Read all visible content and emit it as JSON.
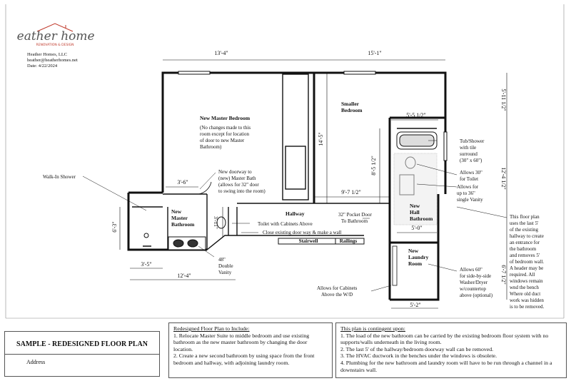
{
  "brand": {
    "logo_text": "heather homes",
    "logo_tagline": "RENOVATION & DESIGN"
  },
  "header": {
    "company": "Heather Homes, LLC",
    "email": "heather@heatherhomes.net",
    "date": "Date: 4/22/2024"
  },
  "dimensions": {
    "top_left": "13'-4\"",
    "top_right": "15'-1\"",
    "right_top": "5'-11 1/2\"",
    "right_mid": "12'-4 1/2\"",
    "right_bottom": "6'-7 1/2\"",
    "master_height": "14'-5\"",
    "bath_inner_width": "5'-5 1/2\"",
    "hall_bath_height": "8'-5 1/2\"",
    "hall_length": "9'-7 1/2\"",
    "hall_bath_width": "5'-0\"",
    "laundry_width": "5'-2\"",
    "shower_width": "3'-6\"",
    "left_height": "6'-3\"",
    "closet_width": "3'-5\"",
    "bath_width": "12'-4\"",
    "toilet_depth": "3'-11\""
  },
  "rooms": {
    "master_title": "New Master Bedroom",
    "master_note": [
      "(No changes made to this",
      "room except for location",
      "of door to new Master",
      "Bathroom)"
    ],
    "smaller_bedroom": [
      "Smaller",
      "Bedroom"
    ],
    "master_bath": [
      "New",
      "Master",
      "Bathroom"
    ],
    "hallway": "Hallway",
    "hall_bath": [
      "New",
      "Hall",
      "Bathroom"
    ],
    "laundry": [
      "New",
      "Laundry",
      "Room"
    ],
    "stairwell": "Stairwell",
    "railings": "Railings"
  },
  "annotations": {
    "walk_in_shower": "Walk-In Shower",
    "new_doorway": [
      "New doorway to",
      "(new) Master Bath",
      "(allows for 32\" door",
      "to swing into the room)"
    ],
    "toilet_cabinets": "Toilet with Cabinets Above",
    "close_door": "Close existing door way & make a wall",
    "pocket_door": [
      "32\" Pocket Door",
      "To Bathroom"
    ],
    "double_vanity": [
      "48\"",
      "Double",
      "Vanity"
    ],
    "tub_shower": [
      "Tub/Shower",
      "with tile",
      "surround",
      "(30\" x 60\")"
    ],
    "toilet_30": [
      "Allows 30\"",
      "for Toilet"
    ],
    "vanity_36": [
      "Allows for",
      "up to 36\"",
      "single Vanity"
    ],
    "washer_dryer": [
      "Allows 60\"",
      "for side-by-side",
      "Washer/Dryer",
      "w/countertop",
      "above (optional)"
    ],
    "cabinets_wd": [
      "Allows for Cabinets",
      "Above the W/D"
    ],
    "plan_note": [
      "This floor plan",
      "uses the last 5'",
      "of the existing",
      "hallway to create",
      "an entrance for",
      "the bathroom",
      "and removes 5'",
      "of bedroom wall.",
      "A header may be",
      "required.  All",
      "windows remain",
      "wnd the bench",
      "Where old duct",
      "work was hidden",
      "is to be removed."
    ]
  },
  "footer": {
    "title": "SAMPLE - REDESIGNED FLOOR PLAN",
    "address_label": "Address",
    "redesign_heading": "Redesigned Floor Plan to Include:",
    "redesign_items": [
      "1. Relocate Master Suite to middle bedroom and use existing bathroom as the new master bathroom by changing the door location.",
      "2. Create a new second bathroom by using space from the front bedroom and hallway, with adjoining laundry room."
    ],
    "contingent_heading": "This plan is contingent upon:",
    "contingent_items": [
      "1. The load of the new bathroom can be carried by the existing bedroom floor system with no supports/walls underneath in the living room.",
      "2. The last 5' of the hallway/bedroom doorway wall can be removed.",
      "3. The HVAC ductwork in the benches under the windows is obsolete.",
      "4. Plumbing for the new bathroom and laundry room will have to be run through a channel in a downstairs wall."
    ]
  },
  "colors": {
    "logo_red": "#c0392b",
    "logo_text": "#555555",
    "wall": "#111111"
  }
}
